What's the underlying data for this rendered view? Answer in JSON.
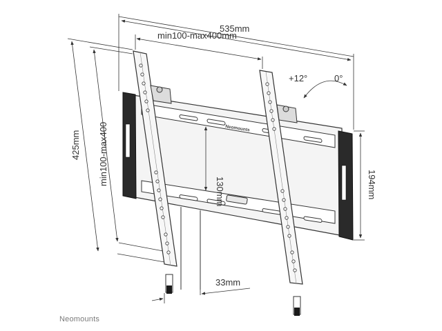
{
  "diagram": {
    "dimensions": {
      "total_width": "535mm",
      "vesa_horizontal": "min100-max400mm",
      "total_height": "425mm",
      "vesa_vertical": "min100-max400",
      "rail_spacing": "130mm",
      "plate_height": "194mm",
      "wall_distance": "33mm"
    },
    "tilt": {
      "forward": "+12°",
      "upright": "0°"
    },
    "plate_brand": "Neomounts",
    "footer_brand": "Neomounts"
  }
}
